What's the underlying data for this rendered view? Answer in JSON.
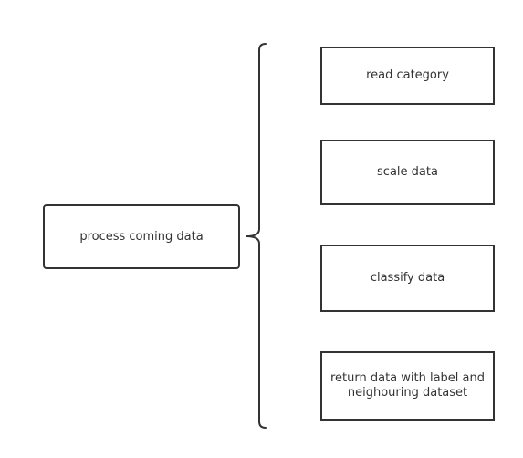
{
  "diagram": {
    "root": {
      "label": "process coming data"
    },
    "children": [
      {
        "label": "read category"
      },
      {
        "label": "scale data"
      },
      {
        "label": "classify data"
      },
      {
        "label": "return data with label and\nneighouring dataset"
      }
    ],
    "colors": {
      "stroke": "#333333",
      "text": "#333333",
      "background": "#ffffff"
    }
  }
}
